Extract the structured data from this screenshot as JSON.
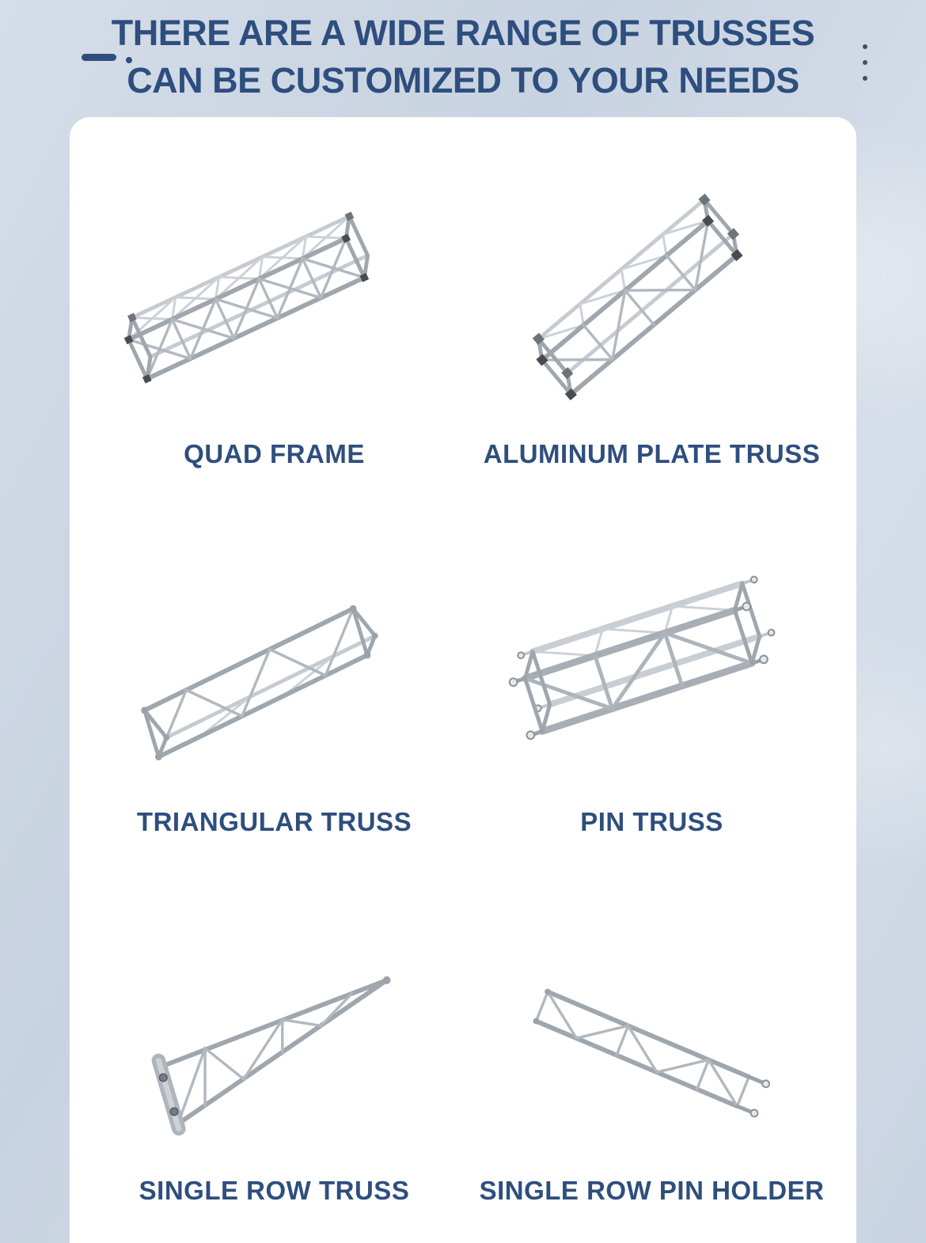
{
  "header": {
    "title_line1": "THERE ARE A WIDE RANGE OF TRUSSES",
    "title_line2": "CAN BE CUSTOMIZED TO YOUR NEEDS"
  },
  "decorations": {
    "left": "dash-dot",
    "right": "vertical-ellipsis"
  },
  "products": [
    {
      "name": "QUAD FRAME",
      "image": "quad-frame-truss"
    },
    {
      "name": "ALUMINUM PLATE TRUSS",
      "image": "aluminum-plate-truss"
    },
    {
      "name": "TRIANGULAR TRUSS",
      "image": "triangular-truss"
    },
    {
      "name": "PIN TRUSS",
      "image": "pin-truss"
    },
    {
      "name": "SINGLE ROW TRUSS",
      "image": "single-row-truss"
    },
    {
      "name": "SINGLE ROW PIN HOLDER",
      "image": "single-row-pin-holder"
    }
  ],
  "colors": {
    "title": "#2e4e7e",
    "label": "#2e4e7e",
    "background": "#ccd6e3",
    "card": "#ffffff",
    "truss_metal": "#a8aeb6"
  }
}
